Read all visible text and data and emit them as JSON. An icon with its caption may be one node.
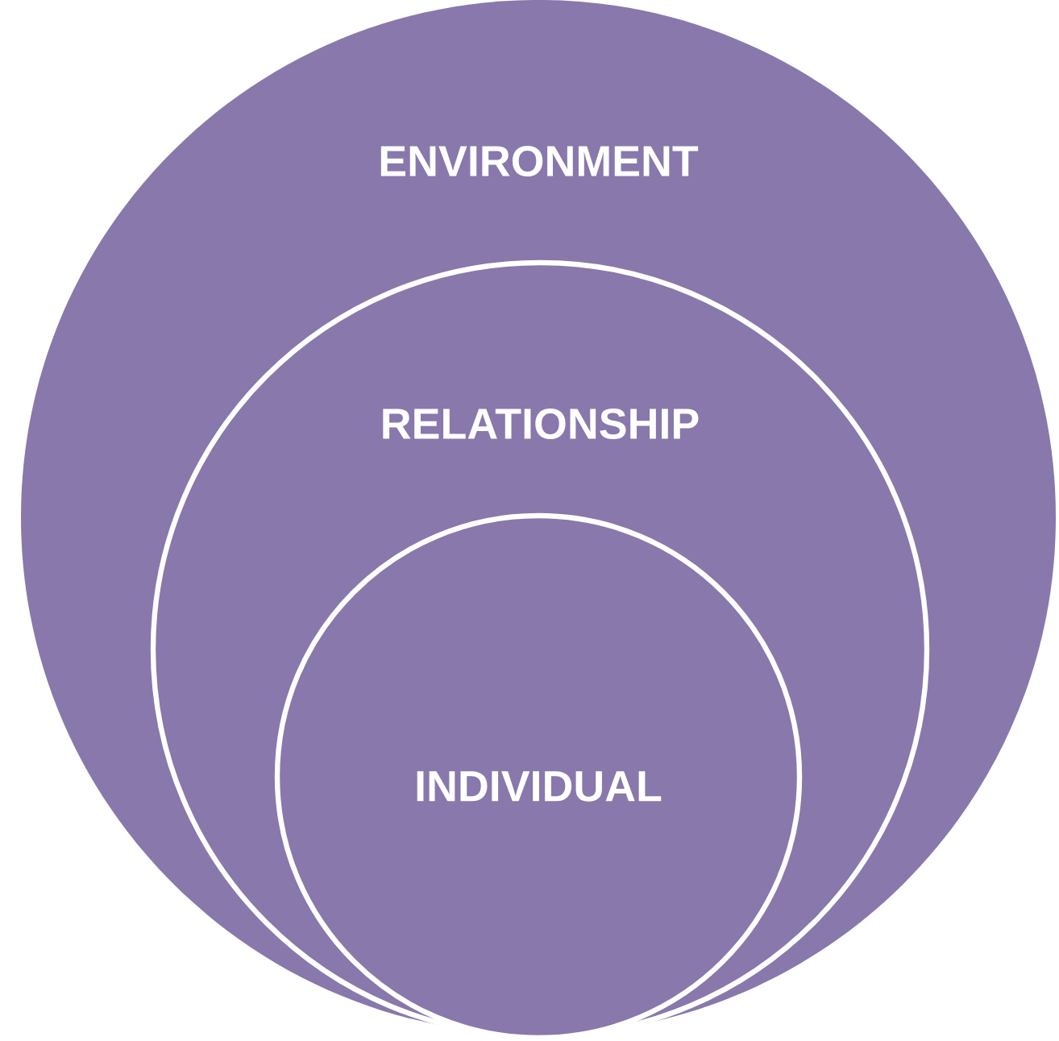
{
  "diagram": {
    "nodes": [
      {
        "text": [
          "ENVIRONMENT"
        ]
      },
      {
        "text": [
          "RELATIONSHIP"
        ],
        "in": 0
      },
      {
        "text": [
          "INDIVIDUAL"
        ],
        "in": 1
      }
    ]
  }
}
